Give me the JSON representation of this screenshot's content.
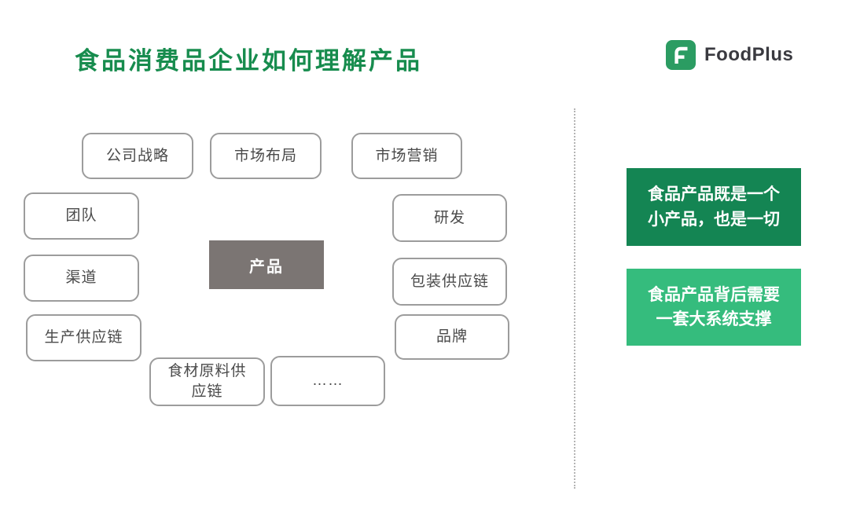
{
  "title": "食品消费品企业如何理解产品",
  "logo": {
    "brand": "FoodPlus",
    "icon": "foodplus-f-icon",
    "icon_color": "#2B9C62"
  },
  "diagram": {
    "center": {
      "label": "产品",
      "bg": "#7B7573"
    },
    "nodes": [
      {
        "label": "公司战略"
      },
      {
        "label": "市场布局"
      },
      {
        "label": "市场营销"
      },
      {
        "label": "团队"
      },
      {
        "label": "研发"
      },
      {
        "label": "渠道"
      },
      {
        "label": "包装供应链"
      },
      {
        "label": "生产供应链"
      },
      {
        "label": "品牌"
      },
      {
        "label": "食材原料供应链"
      },
      {
        "label": "……"
      }
    ]
  },
  "callouts": [
    {
      "text": "食品产品既是一个小产品，也是一切",
      "color": "#148553"
    },
    {
      "text": "食品产品背后需要一套大系统支撑",
      "color": "#35BC7D"
    }
  ],
  "colors": {
    "title_green": "#178C4E",
    "node_border": "#9C9C9C",
    "node_text": "#4A4A4A",
    "divider": "#B5B5B5"
  }
}
